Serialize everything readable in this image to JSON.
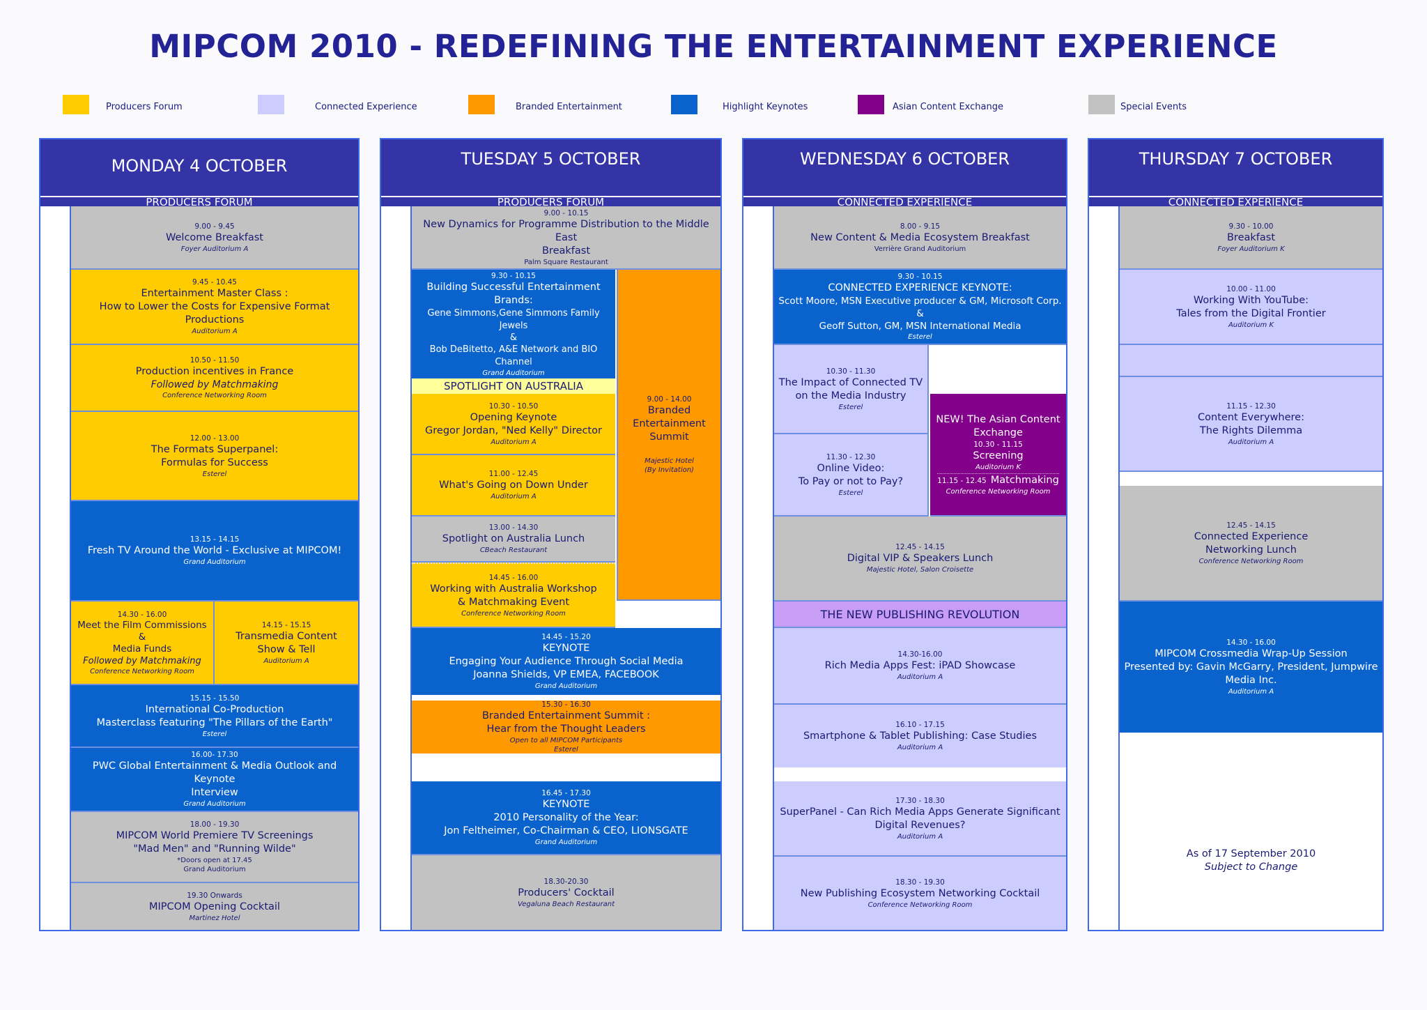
{
  "title": "MIPCOM 2010 - REDEFINING THE ENTERTAINMENT EXPERIENCE",
  "legend": [
    {
      "label": "Producers Forum",
      "color": "#ffcc00"
    },
    {
      "label": "Connected Experience",
      "color": "#ccccff"
    },
    {
      "label": "Branded Entertainment",
      "color": "#ff9900"
    },
    {
      "label": "Highlight Keynotes",
      "color": "#0a63cc"
    },
    {
      "label": "Asian Content Exchange",
      "color": "#82008a"
    },
    {
      "label": "Special Events",
      "color": "#c2c2c2"
    }
  ],
  "days": {
    "mon": {
      "name": "MONDAY 4 OCTOBER",
      "track": "PRODUCERS FORUM",
      "s1": {
        "time": "9.00 - 9.45",
        "title": "Welcome Breakfast",
        "loc": "Foyer Auditorium A"
      },
      "s2": {
        "time": "9.45 - 10.45",
        "title": "Entertainment Master Class :",
        "title2": "How to Lower the Costs for Expensive Format Productions",
        "loc": "Auditorium A"
      },
      "s3": {
        "time": "10.50 - 11.50",
        "title": "Production incentives in France",
        "sub": "Followed by Matchmaking",
        "loc": "Conference Networking Room"
      },
      "s4": {
        "time": "12.00 - 13.00",
        "title": "The Formats Superpanel:",
        "title2": "Formulas for Success",
        "loc": "Esterel"
      },
      "s5": {
        "time": "13.15 - 14.15",
        "title": "Fresh TV Around the World - Exclusive at MIPCOM!",
        "loc": "Grand Auditorium"
      },
      "s6a": {
        "time": "14.30 - 16.00",
        "title": "Meet the Film Commissions &",
        "title2": "Media Funds",
        "sub": "Followed by Matchmaking",
        "loc": "Conference Networking Room"
      },
      "s6b": {
        "time": "14.15 - 15.15",
        "title": "Transmedia Content",
        "title2": "Show & Tell",
        "loc": "Auditorium A"
      },
      "s7": {
        "time": "15.15 - 15.50",
        "title": "International Co-Production",
        "title2": "Masterclass featuring \"The Pillars of the Earth\"",
        "loc": "Esterel"
      },
      "s8": {
        "time": "16.00- 17.30",
        "title": "PWC Global Entertainment & Media Outlook and Keynote",
        "title2": "Interview",
        "loc": "Grand Auditorium"
      },
      "s9": {
        "time": "18.00 - 19.30",
        "title": "MIPCOM World Premiere TV Screenings",
        "title2": "\"Mad Men\" and \"Running Wilde\"",
        "note": "*Doors open at 17.45",
        "loc": "Grand Auditorium"
      },
      "s10": {
        "time": "19.30 Onwards",
        "title": "MIPCOM Opening Cocktail",
        "loc": "Martinez Hotel"
      }
    },
    "tue": {
      "name": "TUESDAY 5 OCTOBER",
      "track": "PRODUCERS FORUM",
      "s1": {
        "time": "9.00 - 10.15",
        "title": "New Dynamics for Programme Distribution to the Middle East",
        "title2": "Breakfast",
        "loc": "Palm Square Restaurant"
      },
      "s2": {
        "time": "9.30 - 10.15",
        "title": "Building Successful Entertainment",
        "title2": "Brands:",
        "line3": "Gene Simmons,Gene Simmons Family Jewels",
        "line4": "&",
        "line5": "Bob DeBitetto, A&E Network and BIO Channel",
        "loc": "Grand Auditorium"
      },
      "banner": "SPOTLIGHT ON AUSTRALIA",
      "s3": {
        "time": "10.30 - 10.50",
        "title": "Opening Keynote",
        "title2": "Gregor Jordan, \"Ned Kelly\" Director",
        "loc": "Auditorium A"
      },
      "s4": {
        "time": "11.00 - 12.45",
        "title": "What's Going on Down Under",
        "loc": "Auditorium A"
      },
      "s5": {
        "time": "13.00 - 14.30",
        "title": "Spotlight on Australia Lunch",
        "loc": "CBeach Restaurant"
      },
      "s6": {
        "time": "14.45 - 16.00",
        "title": "Working with Australia Workshop",
        "title2": "& Matchmaking Event",
        "loc": "Conference Networking Room"
      },
      "branded": {
        "time": "9.00 - 14.00",
        "title": "Branded",
        "title2": "Entertainment",
        "title3": "Summit",
        "loc": "Majestic Hotel",
        "loc2": "(By Invitation)"
      },
      "s7": {
        "time": "14.45 - 15.20",
        "title": "KEYNOTE",
        "title2": "Engaging Your Audience Through Social Media",
        "title3": "Joanna Shields, VP EMEA, FACEBOOK",
        "loc": "Grand Auditorium"
      },
      "s8": {
        "time": "15.30 - 16.30",
        "title": "Branded Entertainment Summit :",
        "title2": "Hear from the Thought Leaders",
        "loc": "Open to all MIPCOM Participants",
        "loc2": "Esterel"
      },
      "s9": {
        "time": "16.45 - 17.30",
        "title": "KEYNOTE",
        "title2": "2010 Personality of the Year:",
        "title3": "Jon Feltheimer, Co-Chairman & CEO, LIONSGATE",
        "loc": "Grand Auditorium"
      },
      "s10": {
        "time": "18.30-20.30",
        "title": "Producers' Cocktail",
        "loc": "Vegaluna Beach Restaurant"
      }
    },
    "wed": {
      "name": "WEDNESDAY 6 OCTOBER",
      "track": "CONNECTED EXPERIENCE",
      "s1": {
        "time": "8.00 - 9.15",
        "title": "New Content & Media Ecosystem Breakfast",
        "loc": "Verrière Grand Auditorium"
      },
      "s2": {
        "time": "9.30 - 10.15",
        "title": "CONNECTED EXPERIENCE KEYNOTE:",
        "title2": "Scott Moore, MSN Executive producer & GM, Microsoft Corp. &",
        "title3": "Geoff Sutton, GM, MSN International Media",
        "loc": "Esterel"
      },
      "s3": {
        "time": "10.30 - 11.30",
        "title": "The Impact of Connected TV",
        "title2": "on the Media Industry",
        "loc": "Esterel"
      },
      "s4": {
        "time": "11.30 - 12.30",
        "title": "Online Video:",
        "title2": "To Pay or not to Pay?",
        "loc": "Esterel"
      },
      "asian": {
        "title": "NEW! The Asian Content",
        "title2": "Exchange",
        "time": "10.30 - 11.15",
        "title3": "Screening",
        "loc": "Auditorium K",
        "time2": "11.15 - 12.45",
        "title4": "Matchmaking",
        "loc2": "Conference Networking Room"
      },
      "s5": {
        "time": "12.45 - 14.15",
        "title": "Digital VIP & Speakers Lunch",
        "loc": "Majestic Hotel, Salon Croisette"
      },
      "banner": "THE NEW PUBLISHING REVOLUTION",
      "s6": {
        "time": "14.30-16.00",
        "title": "Rich Media Apps Fest: iPAD Showcase",
        "loc": "Auditorium A"
      },
      "s7": {
        "time": "16.10 - 17.15",
        "title": "Smartphone & Tablet Publishing: Case Studies",
        "loc": "Auditorium A"
      },
      "s8": {
        "time": "17.30 - 18.30",
        "title": "SuperPanel - Can Rich Media Apps Generate Significant",
        "title2": "Digital Revenues?",
        "loc": "Auditorium A"
      },
      "s9": {
        "time": "18.30 - 19.30",
        "title": "New Publishing Ecosystem Networking Cocktail",
        "loc": "Conference Networking Room"
      }
    },
    "thu": {
      "name": "THURSDAY 7 OCTOBER",
      "track": "CONNECTED EXPERIENCE",
      "s1": {
        "time": "9.30 - 10.00",
        "title": "Breakfast",
        "loc": "Foyer Auditorium K"
      },
      "s2": {
        "time": "10.00 - 11.00",
        "title": "Working With YouTube:",
        "title2": "Tales from the Digital Frontier",
        "loc": "Auditorium K"
      },
      "s3": {
        "time": "11.15 - 12.30",
        "title": "Content Everywhere:",
        "title2": "The Rights Dilemma",
        "loc": "Auditorium A"
      },
      "s4": {
        "time": "12.45 - 14.15",
        "title": "Connected Experience",
        "title2": "Networking Lunch",
        "loc": "Conference Networking Room"
      },
      "s5": {
        "time": "14.30 - 16.00",
        "title": "MIPCOM Crossmedia Wrap-Up Session",
        "title2": "Presented by: Gavin McGarry, President, Jumpwire",
        "title3": "Media Inc.",
        "loc": "Auditorium A"
      },
      "note": "As of 17 September 2010",
      "note2": "Subject to Change"
    }
  }
}
